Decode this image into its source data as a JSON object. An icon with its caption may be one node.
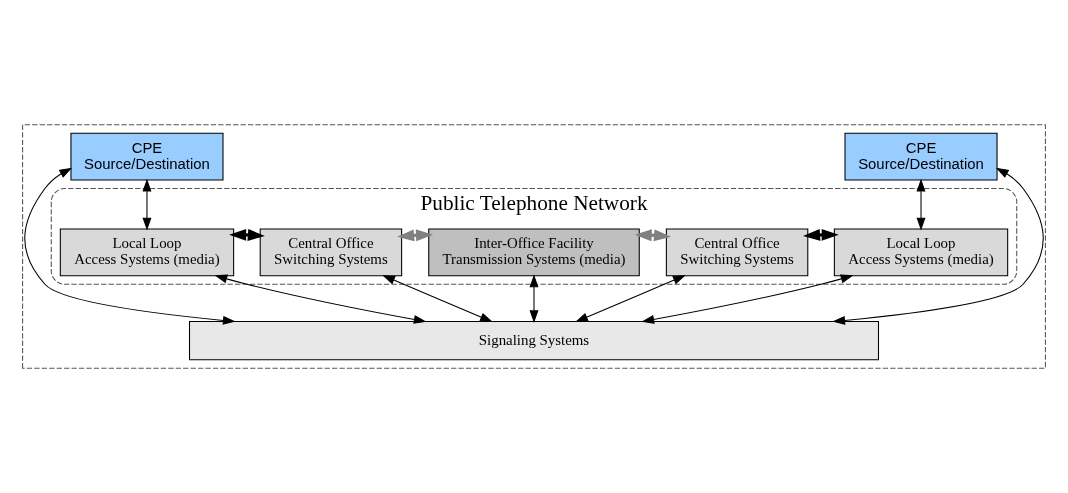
{
  "diagram": {
    "nodes": [
      {
        "text": [],
        "shape": "box"
      },
      {
        "text": [
          "CPE",
          "Source/Destination"
        ],
        "in": 0
      },
      {
        "text": [
          "CPE",
          "Source/Destination"
        ],
        "in": 0
      },
      {
        "text": [
          "Public Telephone Network"
        ],
        "in": 0
      },
      {
        "text": [
          "Local Loop",
          "Access Systems (media)"
        ],
        "in": 3
      },
      {
        "text": [
          "Central Office",
          "Switching Systems"
        ],
        "in": 3
      },
      {
        "text": [
          "Inter-Office Facility",
          "Transmission Systems (media)"
        ],
        "in": 3
      },
      {
        "text": [
          "Central Office",
          "Switching Systems"
        ],
        "in": 3
      },
      {
        "text": [
          "Local Loop",
          "Access Systems (media)"
        ],
        "in": 3
      },
      {
        "text": [
          "Signaling Systems"
        ],
        "in": 0
      }
    ],
    "edges": [
      {
        "from": 1,
        "to": 9,
        "arrow": "both"
      },
      {
        "from": 1,
        "to": 4,
        "arrow": "both"
      },
      {
        "from": 2,
        "to": 8,
        "arrow": "both"
      },
      {
        "from": 2,
        "to": 9,
        "arrow": "both"
      },
      {
        "from": 4,
        "to": 5,
        "arrow": "both",
        "style": "thick"
      },
      {
        "from": 5,
        "to": 6,
        "arrow": "both",
        "style": "thick",
        "color": "#808080"
      },
      {
        "from": 6,
        "to": 7,
        "arrow": "both",
        "style": "thick",
        "color": "#808080"
      },
      {
        "from": 7,
        "to": 8,
        "arrow": "both",
        "style": "thick"
      },
      {
        "from": 4,
        "to": 9,
        "arrow": "both"
      },
      {
        "from": 5,
        "to": 9,
        "arrow": "both"
      },
      {
        "from": 6,
        "to": 9,
        "arrow": "both"
      },
      {
        "from": 7,
        "to": 9,
        "arrow": "both"
      },
      {
        "from": 8,
        "to": 9,
        "arrow": "both"
      }
    ]
  }
}
